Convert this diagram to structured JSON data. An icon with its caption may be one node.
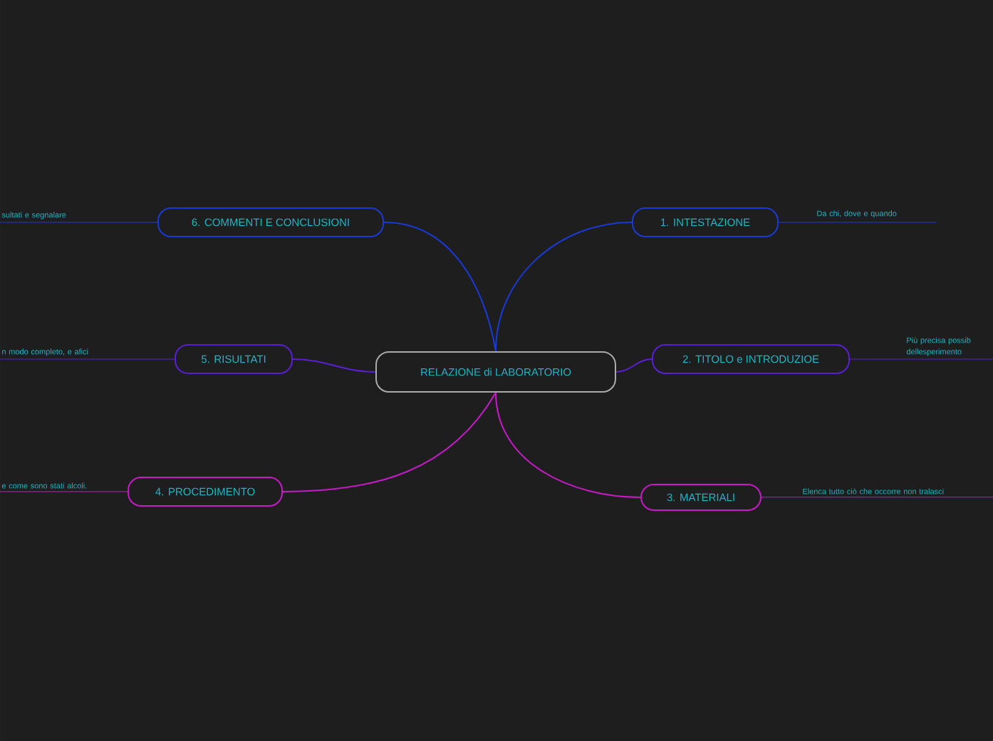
{
  "diagram": {
    "nodes": [
      {
        "text": [
          "RELAZIONE di LABORATORIO"
        ]
      },
      {
        "text": [
          "1. INTESTAZIONE"
        ]
      },
      {
        "text": [
          "Da chi, dove e quando"
        ]
      },
      {
        "text": [
          "2. TITOLO e INTRODUZIOE"
        ]
      },
      {
        "text": [
          "Più precisa possib dellesperimento"
        ]
      },
      {
        "text": [
          "3. MATERIALI"
        ]
      },
      {
        "text": [
          "Elenca tutto ciò che occorre non tralasci"
        ]
      },
      {
        "text": [
          "4. PROCEDIMENTO"
        ]
      },
      {
        "text": [
          "e come sono stati alcoli."
        ]
      },
      {
        "text": [
          "5. RISULTATI"
        ]
      },
      {
        "text": [
          "n modo completo, e afici"
        ]
      },
      {
        "text": [
          "6. COMMENTI E CONCLUSIONI"
        ]
      },
      {
        "text": [
          "sultati e segnalare"
        ]
      }
    ],
    "edges": [
      {
        "from": 0,
        "to": 1,
        "arrow": "none",
        "color": "#1a3ad6"
      },
      {
        "from": 1,
        "to": 2,
        "arrow": "none",
        "color": "#1a3ad6"
      },
      {
        "from": 0,
        "to": 3,
        "arrow": "none",
        "color": "#5a1fd6"
      },
      {
        "from": 3,
        "to": 4,
        "arrow": "none",
        "color": "#5a1fd6"
      },
      {
        "from": 0,
        "to": 5,
        "arrow": "none",
        "color": "#c81ac8"
      },
      {
        "from": 5,
        "to": 6,
        "arrow": "none",
        "color": "#c81ac8"
      },
      {
        "from": 0,
        "to": 7,
        "arrow": "none",
        "color": "#c81ac8"
      },
      {
        "from": 7,
        "to": 8,
        "arrow": "none",
        "color": "#c81ac8"
      },
      {
        "from": 0,
        "to": 9,
        "arrow": "none",
        "color": "#5a1fd6"
      },
      {
        "from": 9,
        "to": 10,
        "arrow": "none",
        "color": "#5a1fd6"
      },
      {
        "from": 0,
        "to": 11,
        "arrow": "none",
        "color": "#1a3ad6"
      },
      {
        "from": 11,
        "to": 12,
        "arrow": "none",
        "color": "#1a3ad6"
      }
    ]
  }
}
